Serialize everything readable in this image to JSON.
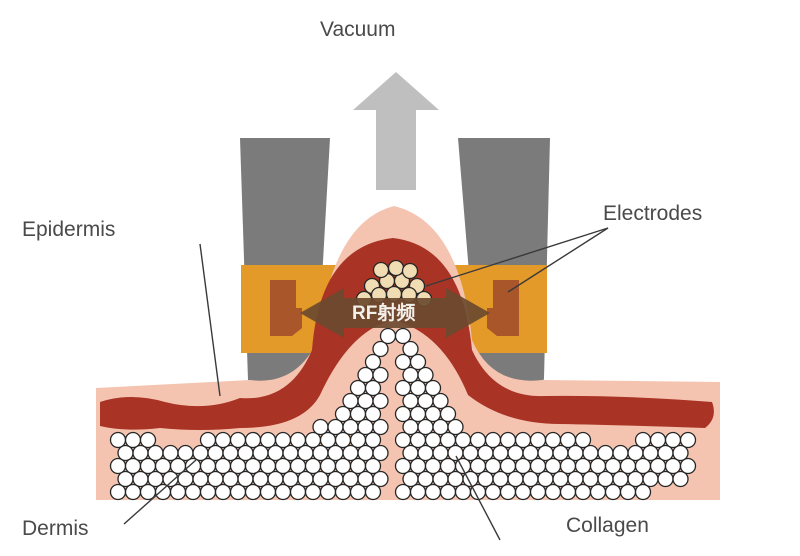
{
  "labels": {
    "vacuum": "Vacuum",
    "electrodes": "Electrodes",
    "epidermis": "Epidermis",
    "dermis": "Dermis",
    "collagen": "Collagen",
    "rf": "RF射频"
  },
  "colors": {
    "electrode_housing": "#7b7b7b",
    "electrode_band": "#e39a28",
    "epidermis": "#a93325",
    "skin_outer": "#f4c4b0",
    "collagen_cell": "#ffffff",
    "cell_outline": "#262626",
    "arrow": "#bfbfbf",
    "rf_arrow": "#6b4a2f"
  }
}
